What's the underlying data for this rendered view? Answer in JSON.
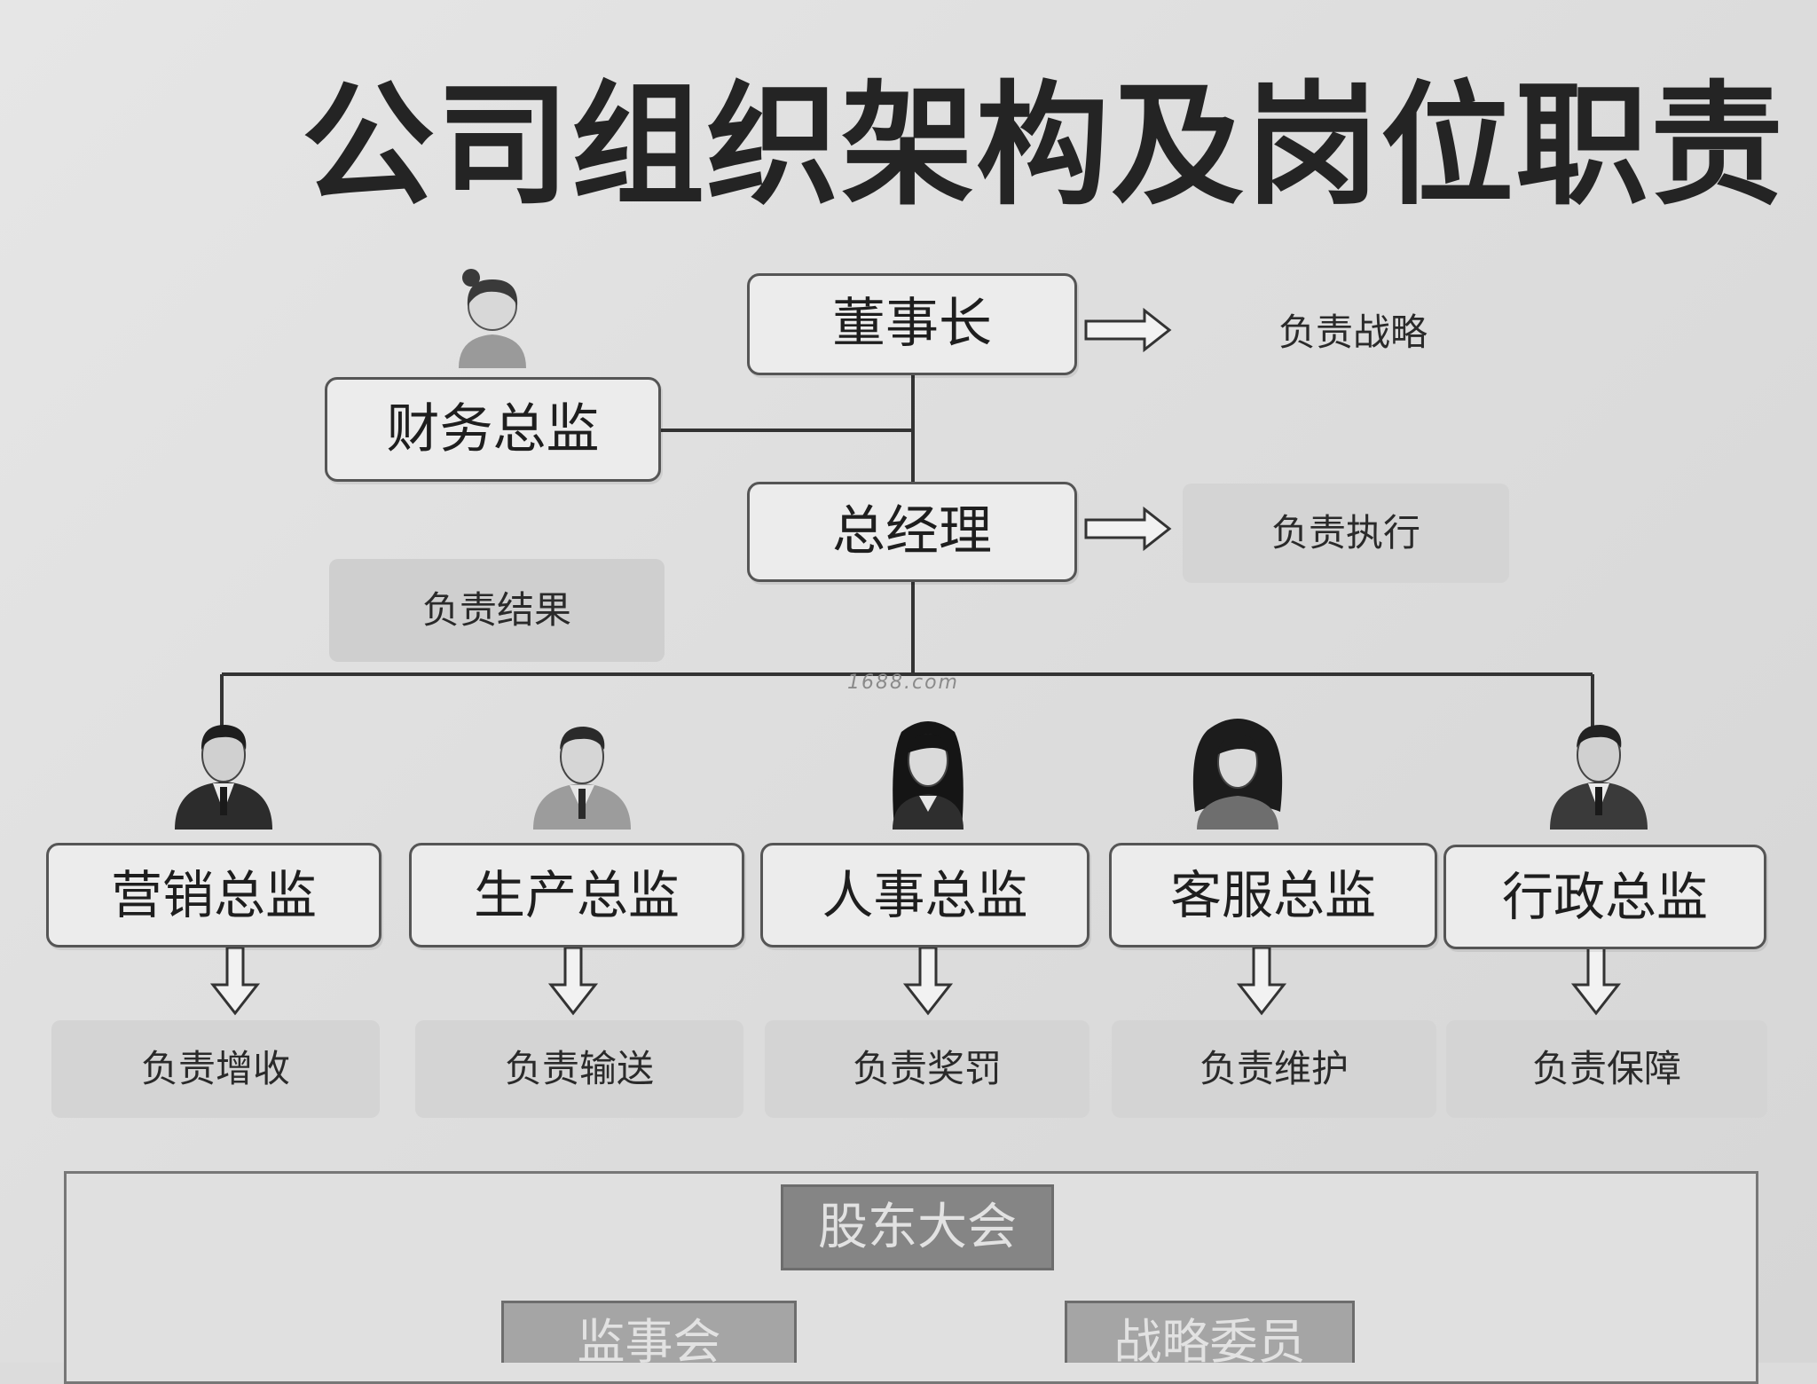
{
  "title": "公司组织架构及岗位职责",
  "chairman": {
    "label": "董事长",
    "duty": "负责战略"
  },
  "cfo": {
    "label": "财务总监",
    "duty": "负责结果"
  },
  "gm": {
    "label": "总经理",
    "duty": "负责执行"
  },
  "watermark": "1688.com",
  "directors": [
    {
      "label": "营销总监",
      "duty": "负责增收",
      "avatar": "male-suit-avatar"
    },
    {
      "label": "生产总监",
      "duty": "负责输送",
      "avatar": "male-shirt-avatar"
    },
    {
      "label": "人事总监",
      "duty": "负责奖罚",
      "avatar": "female-long-hair-avatar"
    },
    {
      "label": "客服总监",
      "duty": "负责维护",
      "avatar": "female-curly-hair-avatar"
    },
    {
      "label": "行政总监",
      "duty": "负责保障",
      "avatar": "male-suit-avatar"
    }
  ],
  "governance": {
    "shareholders": "股东大会",
    "supervisory": "监事会",
    "strategy": "战略委员"
  }
}
